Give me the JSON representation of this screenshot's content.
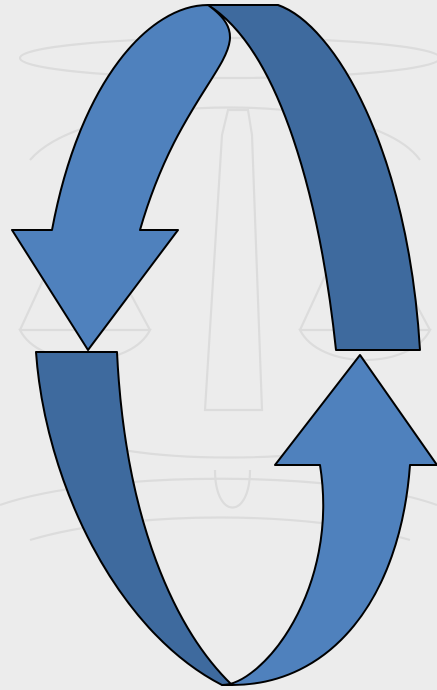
{
  "diagram": {
    "type": "circular-arrows",
    "arrow_count": 2,
    "direction": "cycle",
    "watermark": "scales-of-justice"
  },
  "colors": {
    "background": "#ececec",
    "watermark": "#dcdcdc",
    "arrow_face_light": "#4f81bd",
    "arrow_face_dark": "#3e6a9e",
    "outline": "#000000"
  }
}
